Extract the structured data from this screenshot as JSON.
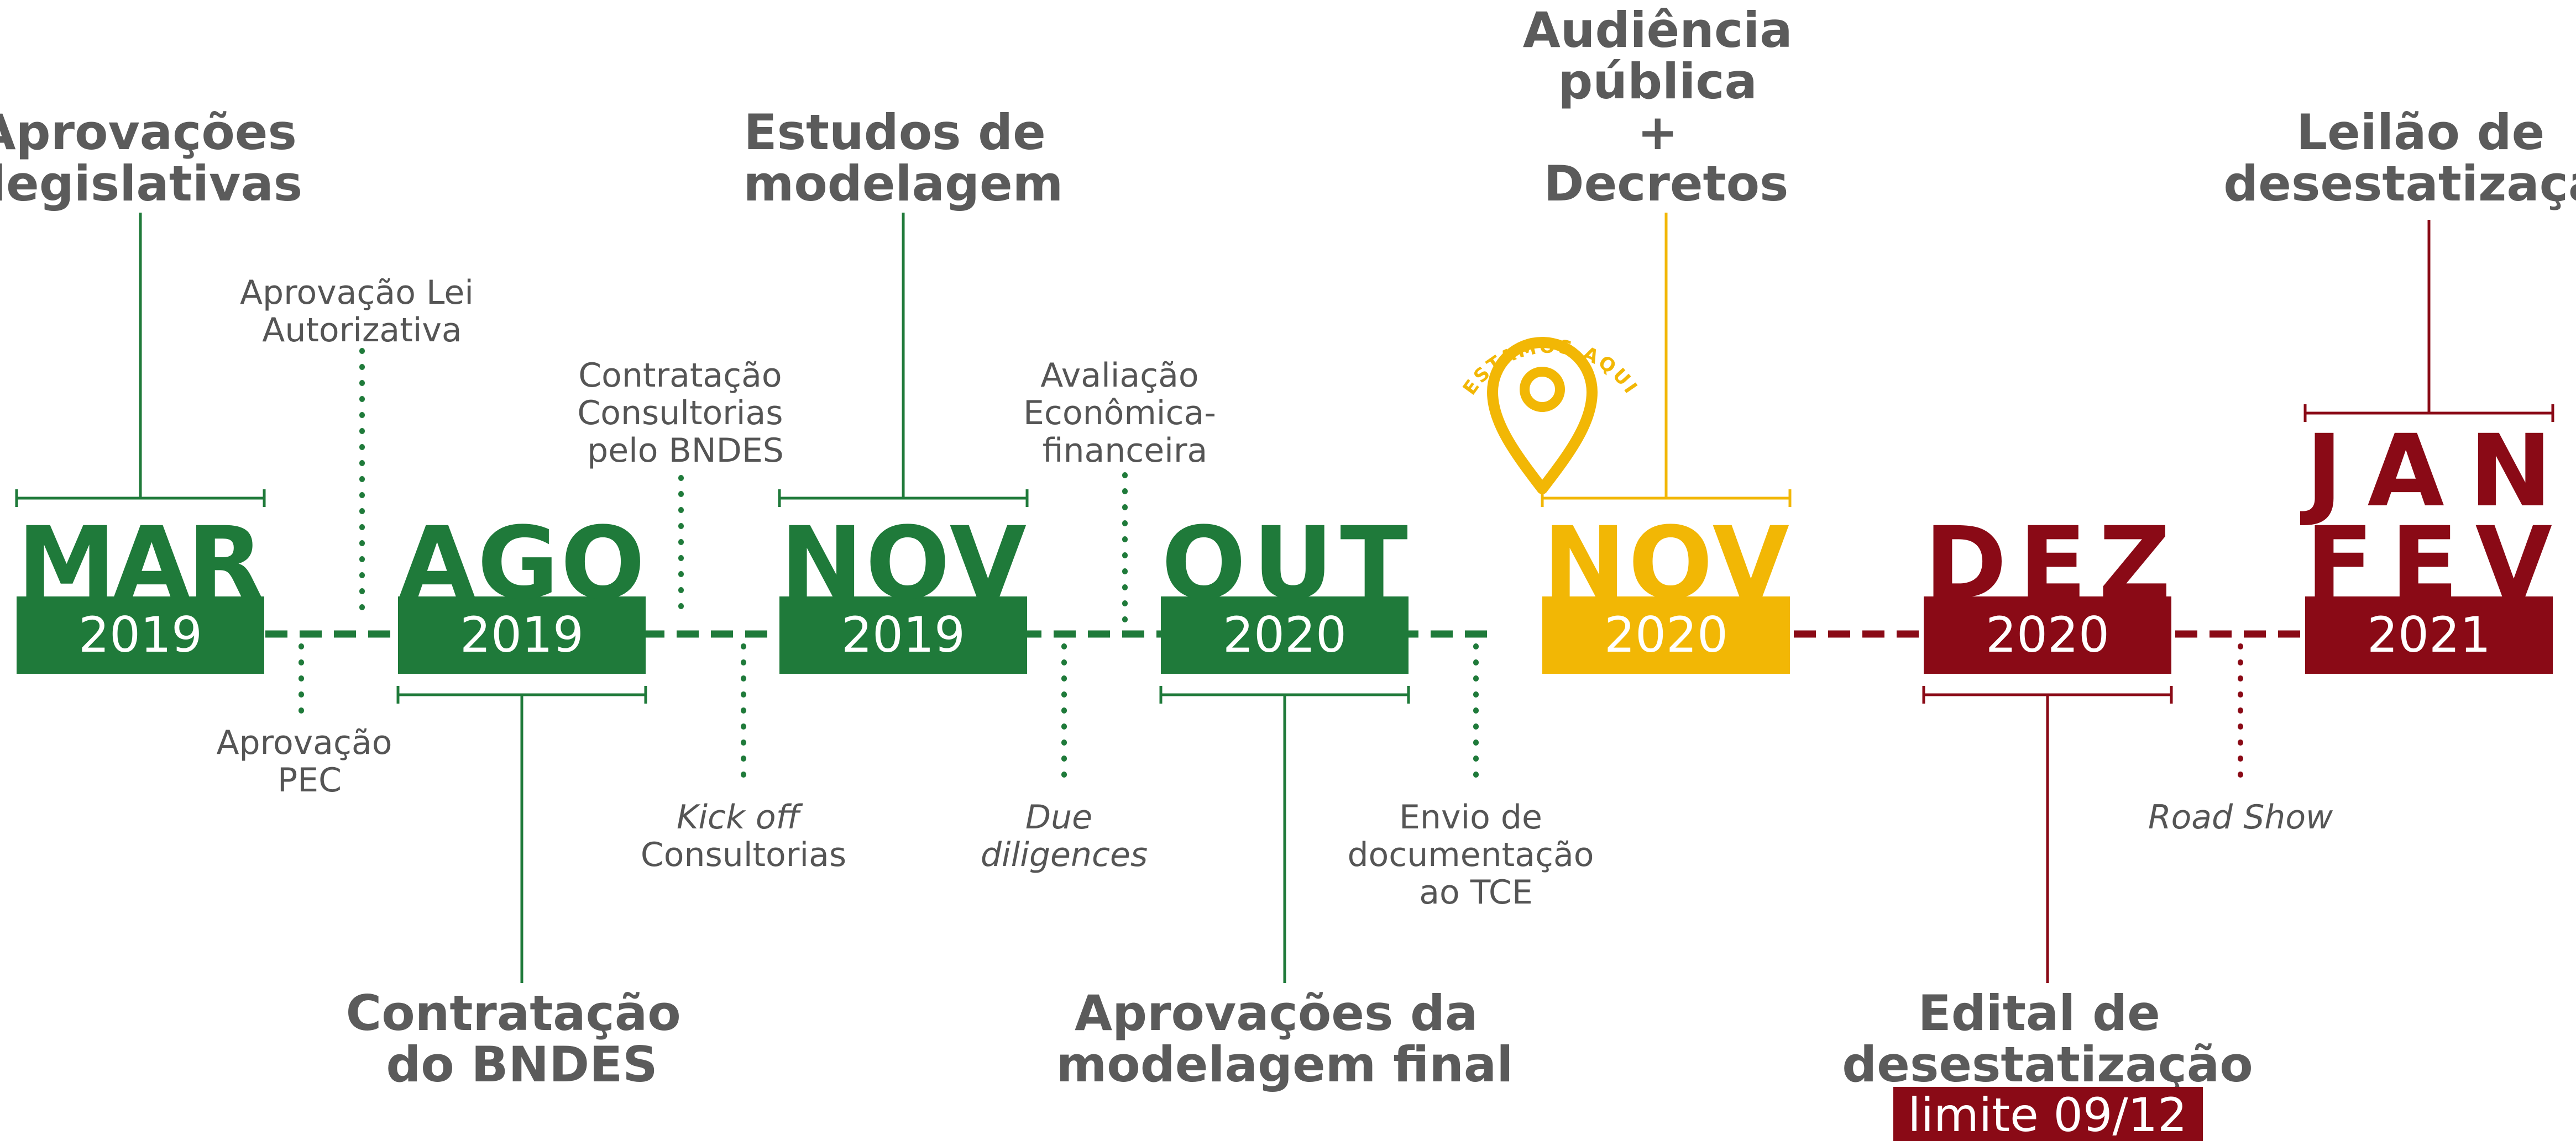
{
  "colors": {
    "green": "#1f7a3a",
    "yellow": "#f2b705",
    "red": "#8a0a16",
    "text": "#5b5b5b"
  },
  "milestones": [
    {
      "month": "MAR",
      "year": "2019",
      "title_lines": [
        "Aprovações",
        "legislativas"
      ]
    },
    {
      "month": "AGO",
      "year": "2019",
      "title_lines": [
        "Contratação",
        "do BNDES"
      ]
    },
    {
      "month": "NOV",
      "year": "2019",
      "title_lines": [
        "Estudos de",
        "modelagem"
      ]
    },
    {
      "month": "OUT",
      "year": "2020",
      "title_lines": [
        "Aprovações da",
        "modelagem final"
      ]
    },
    {
      "month": "NOV",
      "year": "2020",
      "title_lines": [
        "Audiência",
        "pública",
        "+",
        "Decretos"
      ]
    },
    {
      "month": "DEZ",
      "year": "2020",
      "title_lines": [
        "Edital de",
        "desestatização"
      ]
    },
    {
      "month_lines": [
        "JAN",
        "FEV"
      ],
      "year": "2021",
      "title_lines": [
        "Leilão de",
        "desestatização"
      ]
    }
  ],
  "sub_events": [
    {
      "lines": [
        "Aprovação Lei",
        "Autorizativa"
      ]
    },
    {
      "lines": [
        "Aprovação",
        "PEC"
      ]
    },
    {
      "lines": [
        "Contratação",
        "Consultorias",
        "pelo BNDES"
      ]
    },
    {
      "lines": [
        "Kick off",
        "Consultorias"
      ]
    },
    {
      "lines": [
        "Avaliação",
        "Econômica-",
        "financeira"
      ]
    },
    {
      "lines": [
        "Due",
        "diligences"
      ]
    },
    {
      "lines": [
        "Envio de",
        "documentação",
        "ao TCE"
      ]
    },
    {
      "lines": [
        "Road Show"
      ]
    }
  ],
  "marker": {
    "label": "ESTAMOS AQUI",
    "icon": "map-pin-icon"
  },
  "edital_limit": "limite 09/12"
}
